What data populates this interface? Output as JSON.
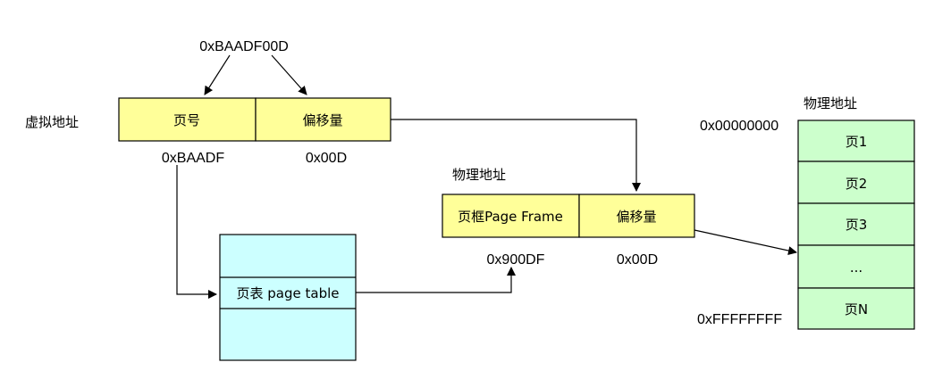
{
  "virtual_address": {
    "label": "虚拟地址",
    "hex": "0xBAADF00D",
    "page_field": "页号",
    "offset_field": "偏移量",
    "page_value": "0xBAADF",
    "offset_value": "0x00D"
  },
  "page_table": {
    "entry_label": "页表 page table"
  },
  "physical_address": {
    "label": "物理地址",
    "frame_field": "页框Page Frame",
    "offset_field": "偏移量",
    "frame_value": "0x900DF",
    "offset_value": "0x00D"
  },
  "physical_memory": {
    "label": "物理地址",
    "start_address": "0x00000000",
    "end_address": "0xFFFFFFFF",
    "pages": [
      "页1",
      "页2",
      "页3",
      "...",
      "页N"
    ]
  }
}
